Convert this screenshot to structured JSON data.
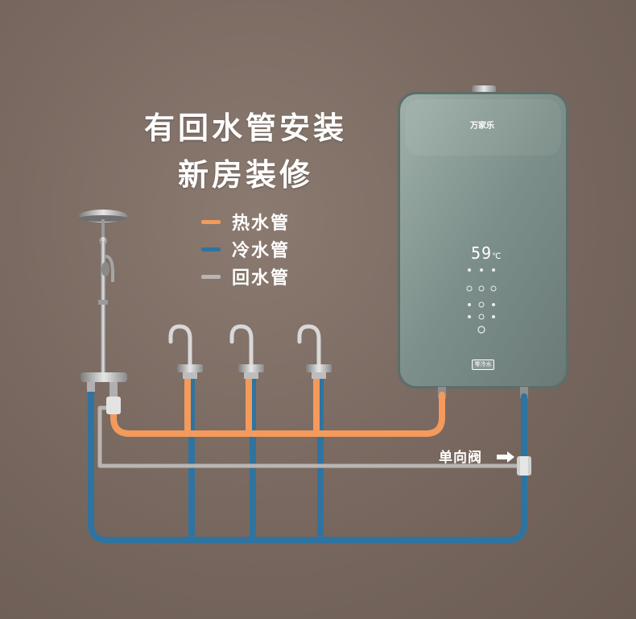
{
  "headline": {
    "line1": "有回水管安装",
    "line2": "新房装修"
  },
  "legend": [
    {
      "label": "热水管",
      "color": "#f39a5c"
    },
    {
      "label": "冷水管",
      "color": "#2f74a0"
    },
    {
      "label": "回水管",
      "color": "#b9b5b2"
    }
  ],
  "valve": {
    "label": "单向阀",
    "arrow": "arrow-right-icon"
  },
  "heater": {
    "brand": "万家乐",
    "temperature": "59",
    "temperature_unit": "℃",
    "mode_badge": "零冷水"
  },
  "colors": {
    "wall": "#7a6a61",
    "hot_pipe": "#f39a5c",
    "cold_pipe": "#2f74a0",
    "return_pipe": "#b9b5b2",
    "heater_body": "#7f918c"
  },
  "icons": [
    "shower-head-icon",
    "faucet-icon",
    "water-heater-icon",
    "arrow-right-icon"
  ]
}
